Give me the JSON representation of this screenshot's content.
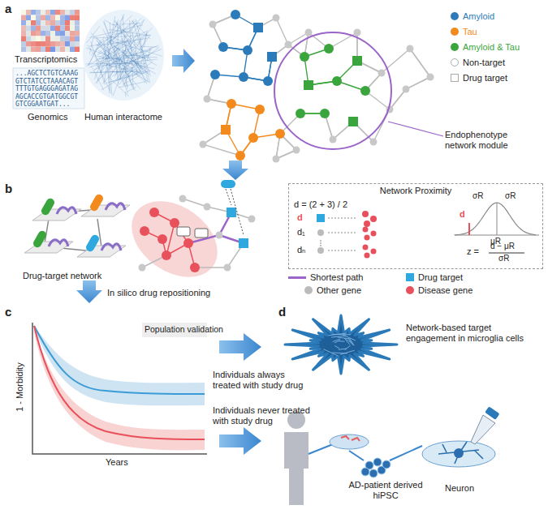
{
  "diagram": {
    "nodes": [
      {
        "text": [
          "Network Proximity"
        ]
      }
    ],
    "labels": [
      "a",
      "Transcriptomics",
      "...AGCTCTGTCAAAG GTCTATCCTAAACAGT TTTGTGAGGGAGATAG AGCACCGTGATGGCGT GTCGGAATGAT...",
      "Genomics",
      "Human interactome",
      "Endophenotype network module",
      "b",
      "Drug-target network",
      "d = (2 + 3) / 2",
      "d",
      "d₁",
      "dₙ",
      "σR",
      "σR",
      "μR",
      "d",
      "z =",
      "d − μR",
      "σR",
      "In silico drug repositioning",
      "c",
      "Population validation",
      "1 - Morbidity",
      "Years",
      "Individuals always treated with study drug",
      "Individuals never treated with study drug",
      "d",
      "Network-based target engagement in microglia cells",
      "AD-patient derived hiPSC",
      "Neuron"
    ],
    "legend": [
      {
        "text": "Amyloid",
        "color": "#2b7bba"
      },
      {
        "text": "Tau",
        "color": "#f28a1e"
      },
      {
        "text": "Amyloid & Tau",
        "color": "#3aa53c"
      },
      {
        "text": "Non-target"
      },
      {
        "text": "Drug target"
      },
      {
        "text": "Shortest path"
      },
      {
        "text": "Drug target",
        "color": "#2fa8e0"
      },
      {
        "text": "Other gene",
        "color": "#bbbbbb"
      },
      {
        "text": "Disease gene",
        "color": "#e8505b"
      }
    ]
  }
}
